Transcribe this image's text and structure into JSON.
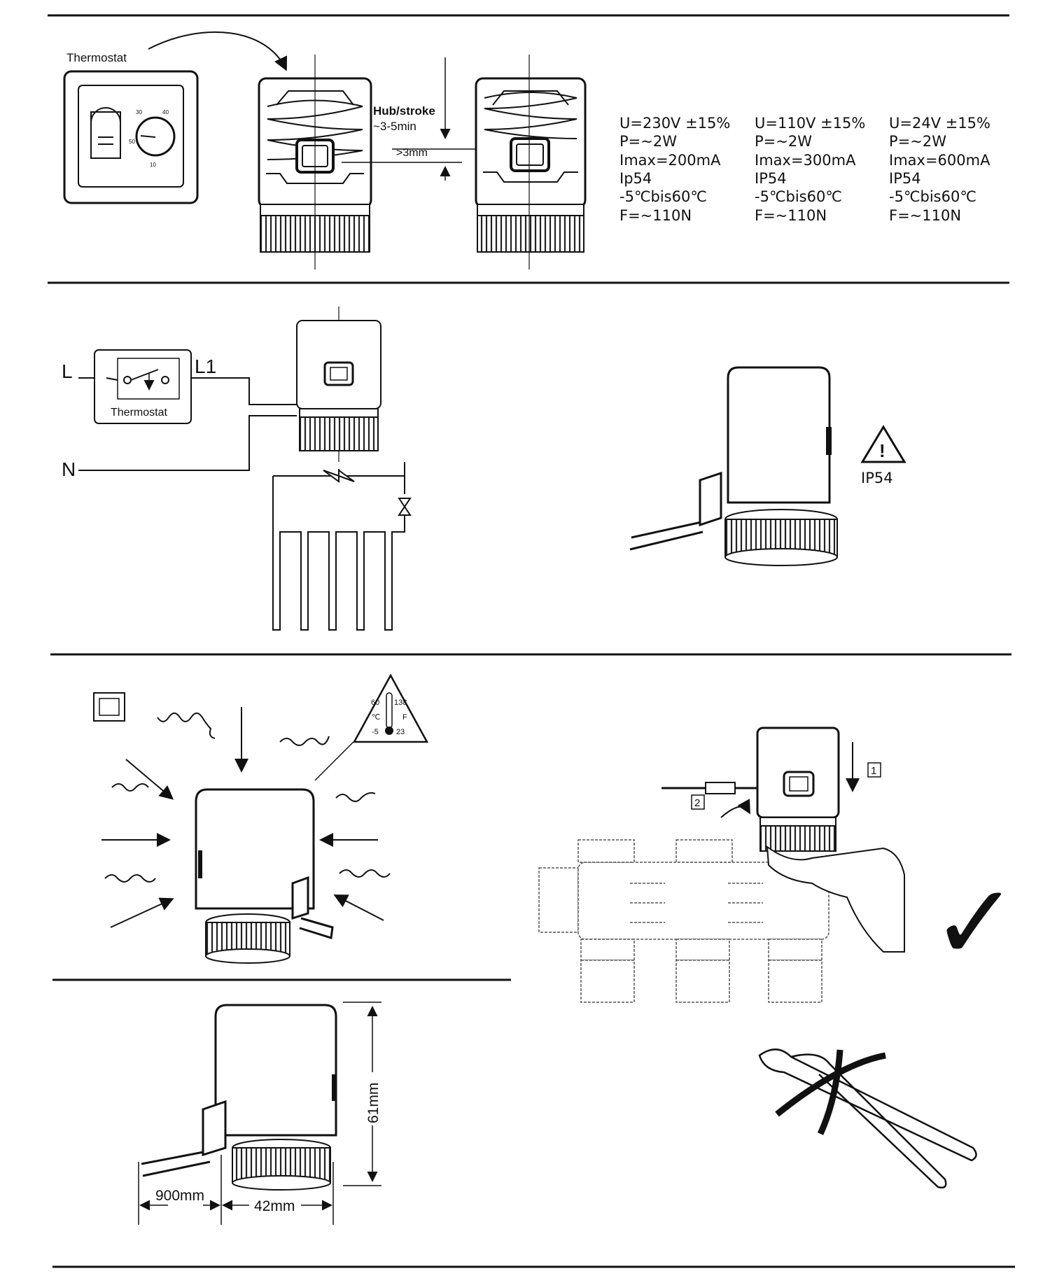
{
  "section1": {
    "thermostat_label": "Thermostat",
    "dial_marks": [
      "30",
      "40",
      "50",
      "10"
    ],
    "stroke_label_line1": "Hub/stroke",
    "stroke_label_line2": "~3-5min",
    "gap_label": ">3mm",
    "specs": [
      {
        "voltage": "U=230V ±15%",
        "power": "P=~2W",
        "imax": "Imax=200mA",
        "ip": "Ip54",
        "temp": "-5℃bis60℃",
        "force": "F=~110N"
      },
      {
        "voltage": "U=110V ±15%",
        "power": "P=~2W",
        "imax": "Imax=300mA",
        "ip": "IP54",
        "temp": "-5℃bis60℃",
        "force": "F=~110N"
      },
      {
        "voltage": "U=24V ±15%",
        "power": "P=~2W",
        "imax": "Imax=600mA",
        "ip": "IP54",
        "temp": "-5℃bis60℃",
        "force": "F=~110N"
      }
    ]
  },
  "section2": {
    "line_L": "L",
    "line_L1": "L1",
    "line_N": "N",
    "thermostat_label": "Thermostat",
    "warning_symbol": "!",
    "ip_rating": "IP54"
  },
  "section3": {
    "temp_sign": {
      "top_left": "60",
      "top_right": "138",
      "unit_c": "℃",
      "unit_f": "F",
      "bottom_left": "-5",
      "bottom_right": "23"
    },
    "step1": "1",
    "step2": "2",
    "check_mark": "✓"
  },
  "section4": {
    "height": "61mm",
    "cable_length": "900mm",
    "width": "42mm"
  }
}
